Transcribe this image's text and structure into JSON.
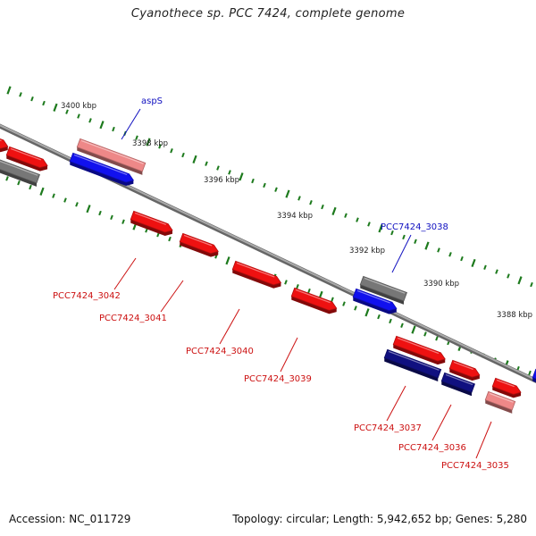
{
  "title": "Cyanothece sp. PCC 7424, complete genome",
  "footer": {
    "accession": "Accession: NC_011729",
    "stats": "Topology: circular; Length: 5,942,652 bp; Genes: 5,280"
  },
  "colors": {
    "forward_cds": "#ee1111",
    "reverse_cds": "#1111ee",
    "reverse_dark": "#101080",
    "pseudo": "#777777",
    "light_red": "#ee8888",
    "tick": "#1d7a1d",
    "backbone": "#888888",
    "label_blue": "#1010c0",
    "label_red": "#cc1111"
  },
  "scale_labels": [
    "3400 kbp",
    "3398 kbp",
    "3396 kbp",
    "3394 kbp",
    "3392 kbp",
    "3390 kbp",
    "3388 kbp"
  ],
  "gene_labels": [
    {
      "text": "aspS",
      "color": "label_blue"
    },
    {
      "text": "PCC7424_3038",
      "color": "label_blue"
    },
    {
      "text": "PCC7424_3042",
      "color": "label_red"
    },
    {
      "text": "PCC7424_3041",
      "color": "label_red"
    },
    {
      "text": "PCC7424_3040",
      "color": "label_red"
    },
    {
      "text": "PCC7424_3039",
      "color": "label_red"
    },
    {
      "text": "PCC7424_3037",
      "color": "label_red"
    },
    {
      "text": "PCC7424_3036",
      "color": "label_red"
    },
    {
      "text": "PCC7424_3035",
      "color": "label_red"
    }
  ]
}
